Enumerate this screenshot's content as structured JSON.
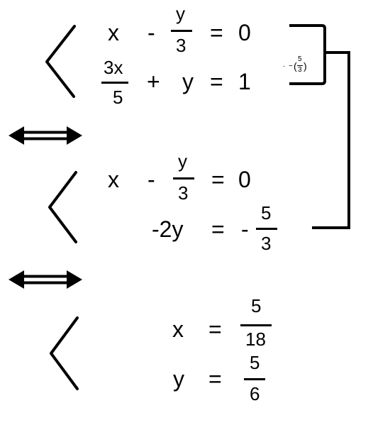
{
  "system1": {
    "row1": {
      "x": "x",
      "minus": "-",
      "num": "y",
      "den": "3",
      "eq": "=",
      "rhs": "0"
    },
    "row2": {
      "num": "3x",
      "den": "5",
      "plus": "+",
      "y": "y",
      "eq": "=",
      "rhs": "1"
    }
  },
  "operation": {
    "dot": "·",
    "minus": "−",
    "lparen": "(",
    "num": "5",
    "den": "3",
    "rparen": ")"
  },
  "system2": {
    "row1": {
      "x": "x",
      "minus": "-",
      "num": "y",
      "den": "3",
      "eq": "=",
      "rhs": "0"
    },
    "row2": {
      "lhs": "-2y",
      "eq": "=",
      "minus": "-",
      "num": "5",
      "den": "3"
    }
  },
  "system3": {
    "row1": {
      "var": "x",
      "eq": "=",
      "num": "5",
      "den": "18"
    },
    "row2": {
      "var": "y",
      "eq": "=",
      "num": "5",
      "den": "6"
    }
  }
}
